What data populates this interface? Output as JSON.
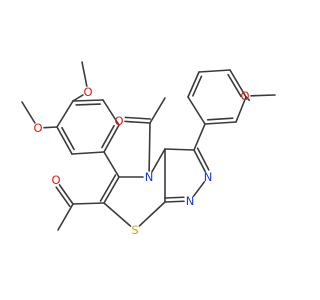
{
  "structure": {
    "atoms": [
      {
        "id": "O_ome1",
        "label": "O",
        "color": "#e8190b"
      },
      {
        "id": "O_ome2",
        "label": "O",
        "color": "#e8190b"
      },
      {
        "id": "O_ome3",
        "label": "O",
        "color": "#e8190b"
      },
      {
        "id": "O_acetyl_n",
        "label": "O",
        "color": "#e8190b"
      },
      {
        "id": "O_acetyl_c",
        "label": "O",
        "color": "#e8190b"
      },
      {
        "id": "N_ring",
        "label": "N",
        "color": "#1436e8"
      },
      {
        "id": "N_triazole_a",
        "label": "N",
        "color": "#1436e8"
      },
      {
        "id": "N_triazole_b",
        "label": "N",
        "color": "#1436e8"
      },
      {
        "id": "S_ring",
        "label": "S",
        "color": "#c8a800"
      }
    ]
  }
}
